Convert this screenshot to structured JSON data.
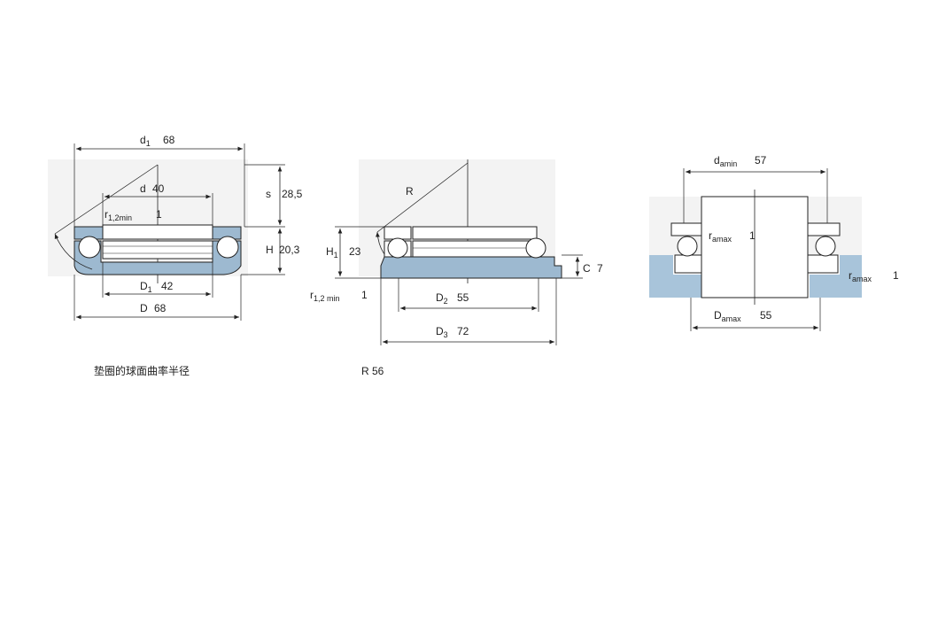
{
  "diagram1": {
    "d1": "68",
    "d": "40",
    "r12min": "1",
    "s": "28,5",
    "H": "20,3",
    "D1": "42",
    "D": "68",
    "caption": "垫圈的球面曲率半径"
  },
  "diagram2": {
    "R": "R",
    "H1": "23",
    "r12min": "1",
    "C": "7",
    "D2": "55",
    "D3": "72",
    "caption": "R 56"
  },
  "diagram3": {
    "damin": "57",
    "ramax_inner": "1",
    "ramax_outer": "1",
    "Damax": "55"
  },
  "colors": {
    "washer": "#9db9d0",
    "housing": "#a8c4da",
    "shade": "#f3f3f3",
    "line": "#222222"
  }
}
